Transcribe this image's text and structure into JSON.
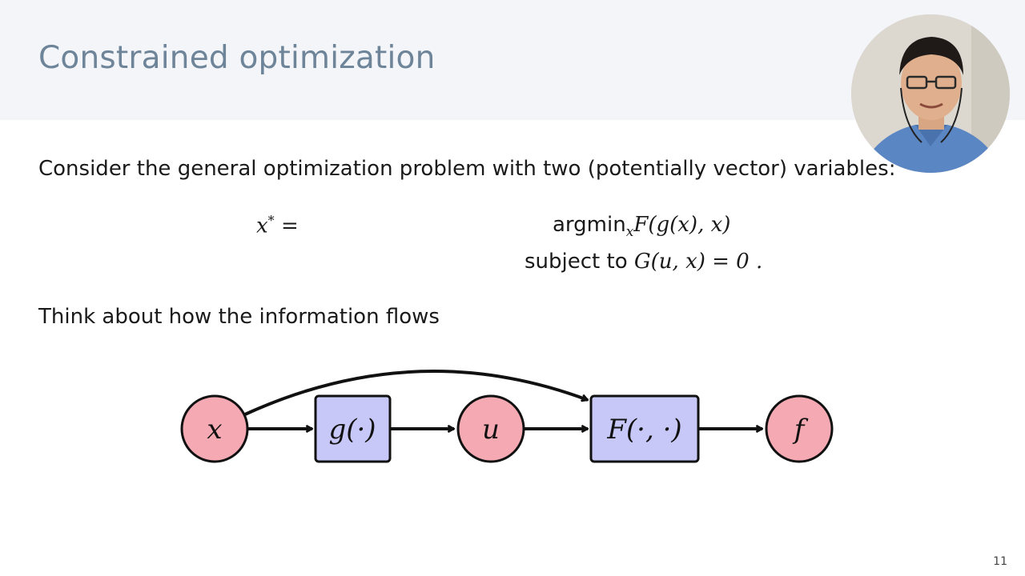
{
  "slide": {
    "title": "Constrained optimization",
    "intro": "Consider the general optimization problem with two (potentially vector) variables:",
    "equation": {
      "lhs_var": "x",
      "lhs_sup": "*",
      "lhs_eq": "=",
      "argmin_word": "argmin",
      "argmin_sub": "x",
      "objective": "F(g(x), x)",
      "subject_to": "subject to",
      "constraint": "G(u, x) = 0 ."
    },
    "think": "Think about how the information flows",
    "page_number": "11"
  },
  "diagram": {
    "nodes": [
      {
        "id": "x",
        "label": "x",
        "shape": "circle",
        "color": "#f4a9b3"
      },
      {
        "id": "g",
        "label": "g(·)",
        "shape": "box",
        "color": "#c8c8f8"
      },
      {
        "id": "u",
        "label": "u",
        "shape": "circle",
        "color": "#f4a9b3"
      },
      {
        "id": "F",
        "label": "F(·, ·)",
        "shape": "box",
        "color": "#c8c8f8"
      },
      {
        "id": "f",
        "label": "f",
        "shape": "circle",
        "color": "#f4a9b3"
      }
    ],
    "edges": [
      {
        "from": "x",
        "to": "g"
      },
      {
        "from": "g",
        "to": "u"
      },
      {
        "from": "u",
        "to": "F"
      },
      {
        "from": "F",
        "to": "f"
      },
      {
        "from": "x",
        "to": "F",
        "style": "curved"
      }
    ]
  },
  "colors": {
    "header_bg": "#f3f5f9",
    "title": "#6e8499",
    "circle_fill": "#f4a9b3",
    "box_fill": "#c8c8f8",
    "stroke": "#111111"
  },
  "icons": {
    "webcam": "presenter-webcam-overlay"
  }
}
